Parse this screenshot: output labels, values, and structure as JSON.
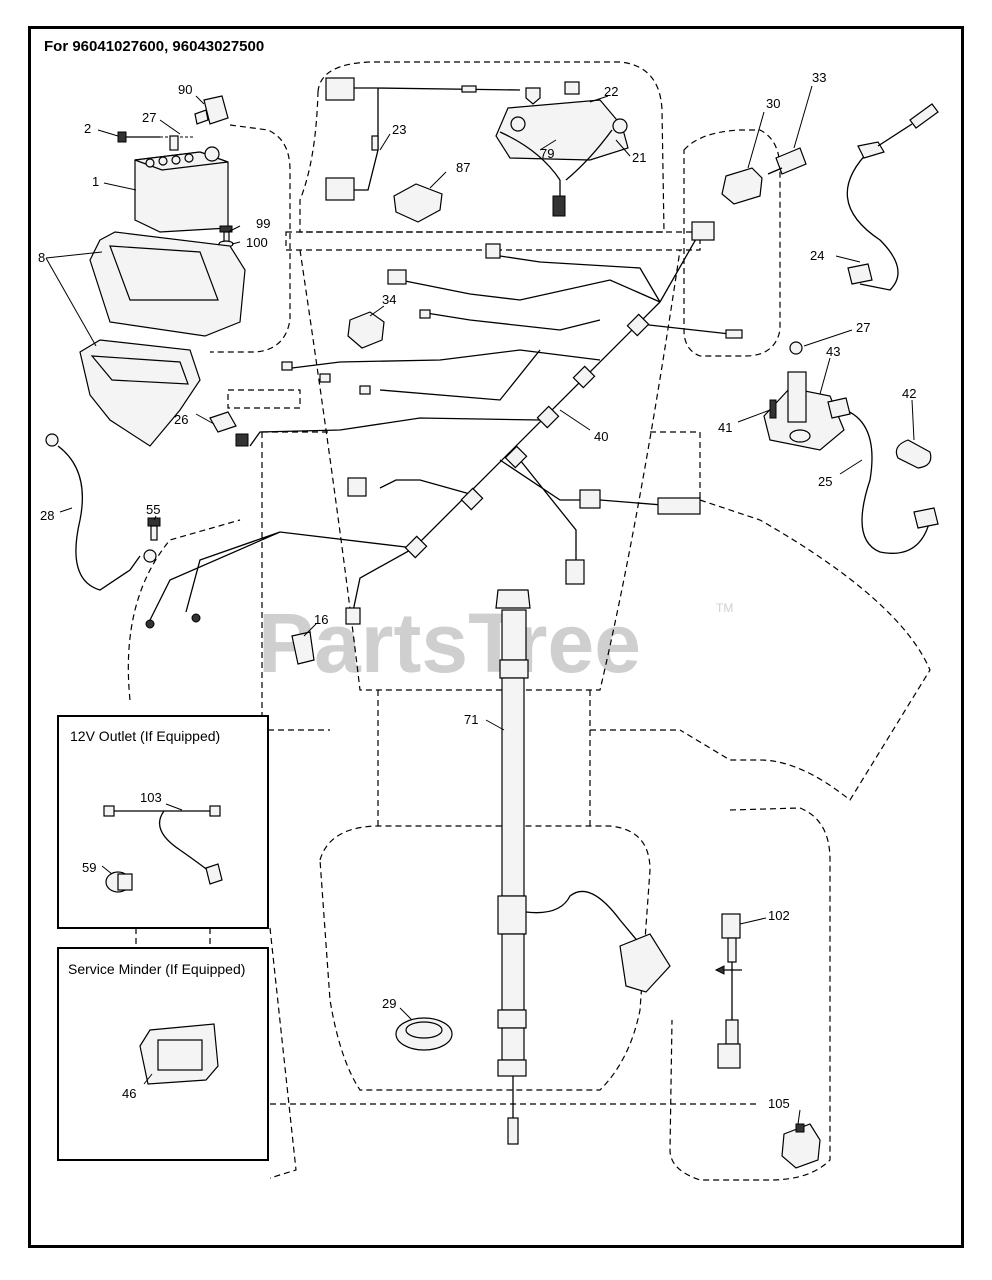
{
  "title": "For 96041027600, 96043027500",
  "watermark": "PartsTree",
  "watermark_tm": "TM",
  "inset_12v": {
    "title": "12V Outlet (If Equipped)"
  },
  "inset_service": {
    "title": "Service Minder (If Equipped)"
  },
  "labels": {
    "l90": "90",
    "l2": "2",
    "l27a": "27",
    "l1": "1",
    "l99": "99",
    "l100": "100",
    "l8": "8",
    "l22": "22",
    "l23": "23",
    "l79": "79",
    "l21": "21",
    "l87": "87",
    "l30": "30",
    "l33": "33",
    "l24": "24",
    "l34": "34",
    "l27b": "27",
    "l43": "43",
    "l42": "42",
    "l41": "41",
    "l40": "40",
    "l25": "25",
    "l26": "26",
    "l28": "28",
    "l55": "55",
    "l16": "16",
    "l71": "71",
    "l103": "103",
    "l59": "59",
    "l29": "29",
    "l102": "102",
    "l46": "46",
    "l105": "105"
  }
}
